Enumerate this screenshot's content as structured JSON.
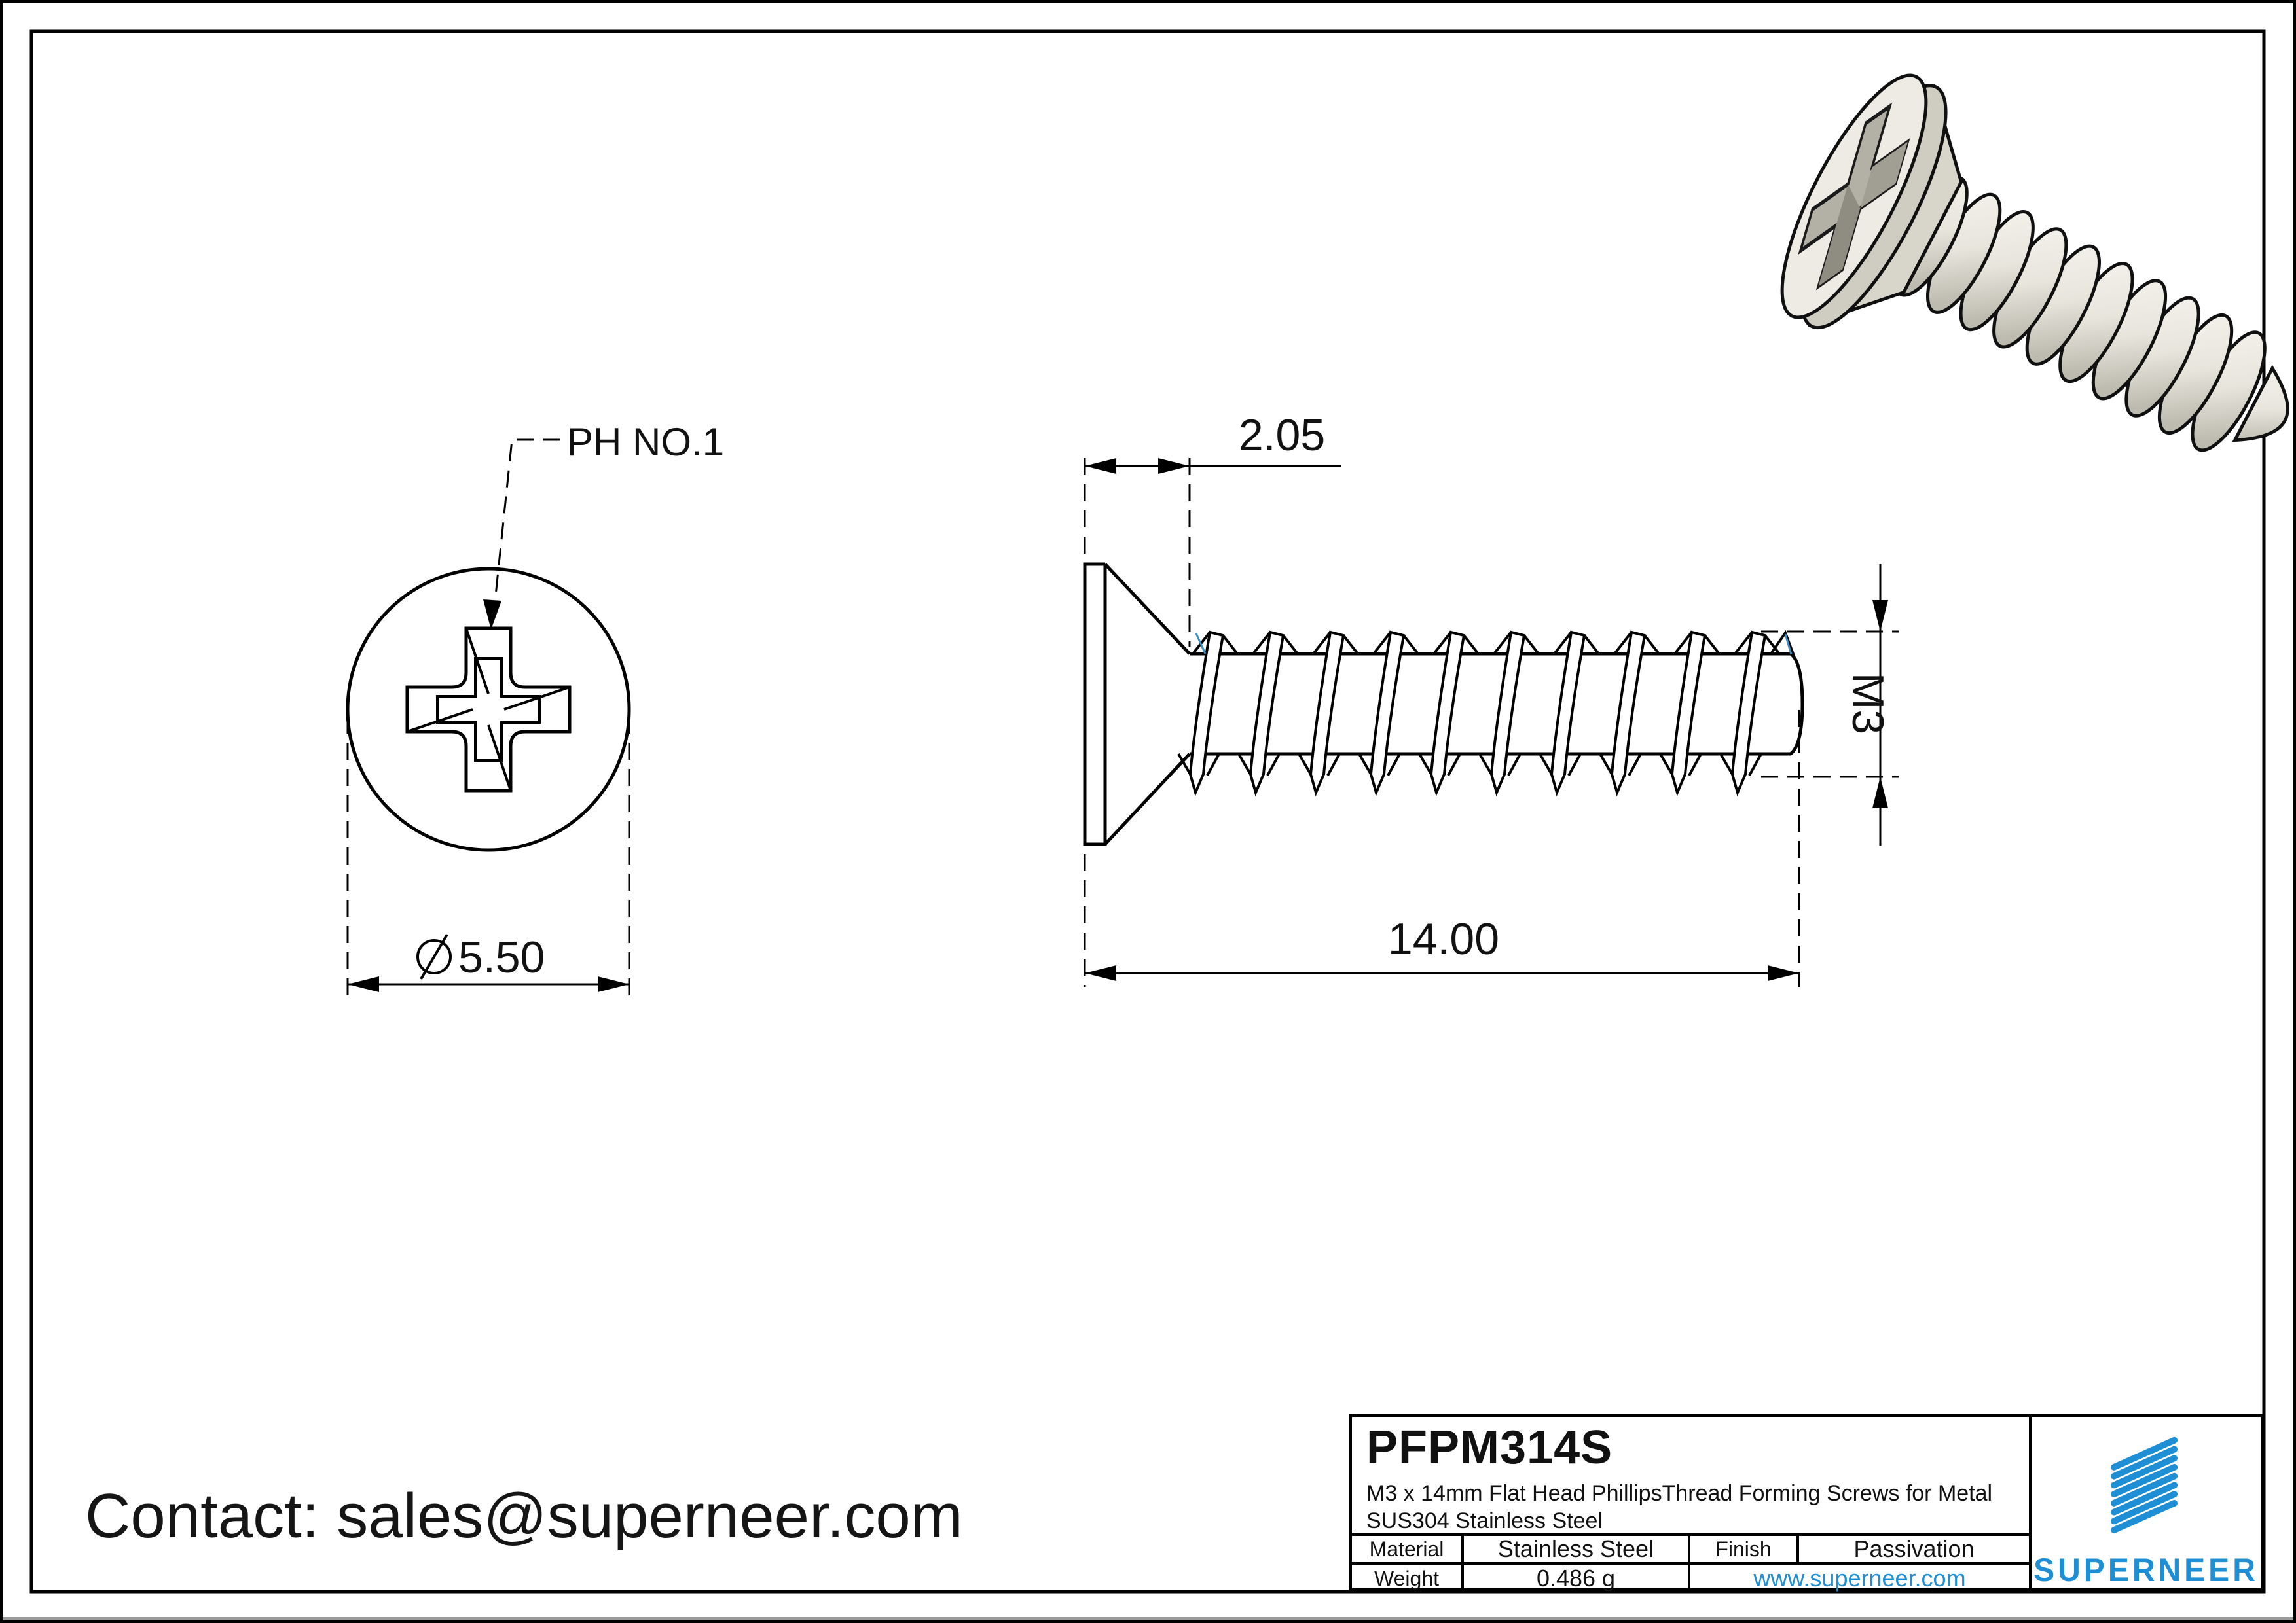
{
  "colors": {
    "accent_blue": "#1e8fd5",
    "cad_accent_blue": "#3b8fc4",
    "line_black": "#000000",
    "steel_light": "#edebe4",
    "steel_mid": "#d8d5cb",
    "steel_dark": "#b3b0a5",
    "bottom_bar_gray": "#9b9b9b"
  },
  "top_view": {
    "drive_label": "PH NO.1",
    "diameter_symbol": "⌀",
    "diameter_value": "5.50"
  },
  "side_view": {
    "head_length": "2.05",
    "total_length": "14.00",
    "thread_size": "M3"
  },
  "title_block": {
    "part_number": "PFPM314S",
    "description_line1": "M3 x 14mm Flat Head PhillipsThread Forming Screws for Metal",
    "description_line2": "SUS304 Stainless Steel",
    "material_label": "Material",
    "material_value": "Stainless Steel",
    "finish_label": "Finish",
    "finish_value": "Passivation",
    "weight_label": "Weight",
    "weight_value": "0.486 g",
    "website": "www.superneer.com",
    "brand": "SUPERNEER"
  },
  "footer": {
    "contact": "Contact: sales@superneer.com"
  }
}
